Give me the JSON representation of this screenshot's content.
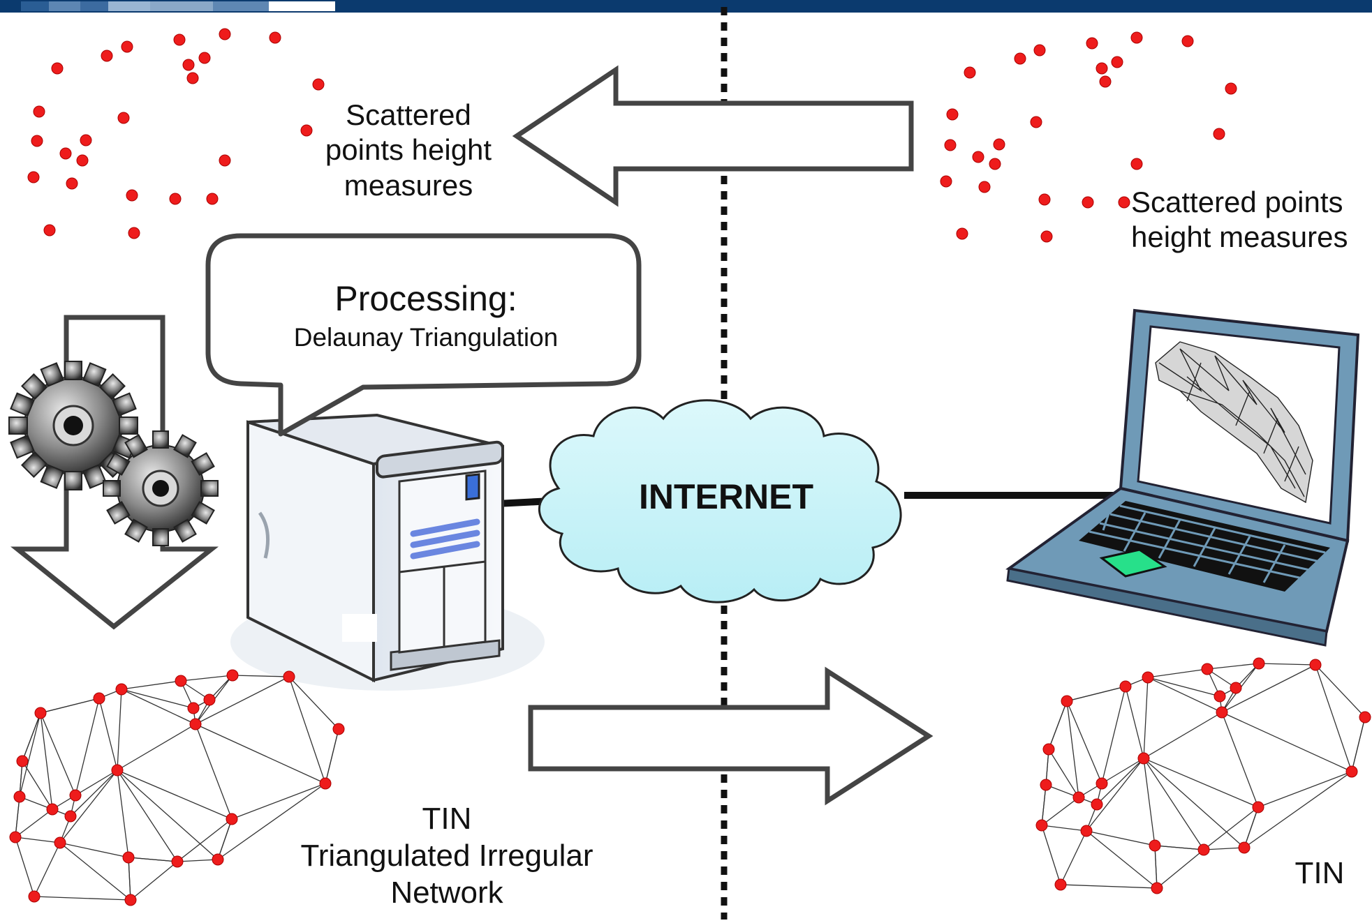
{
  "diagram": {
    "left_points_label": [
      "Scattered",
      "points height",
      "measures"
    ],
    "right_points_label": [
      "Scattered points",
      "height measures"
    ],
    "processing": {
      "title": "Processing:",
      "subtitle": "Delaunay Triangulation"
    },
    "internet_label": "INTERNET",
    "left_tin_label": [
      "TIN",
      "Triangulated Irregular",
      "Network"
    ],
    "right_tin_label": "TIN"
  },
  "colors": {
    "point": "#ee1c1c",
    "outline": "#444444",
    "top_bar": "#0b3a6e",
    "cloud": "#c8f2f7",
    "laptop": "#6f9ab7"
  }
}
